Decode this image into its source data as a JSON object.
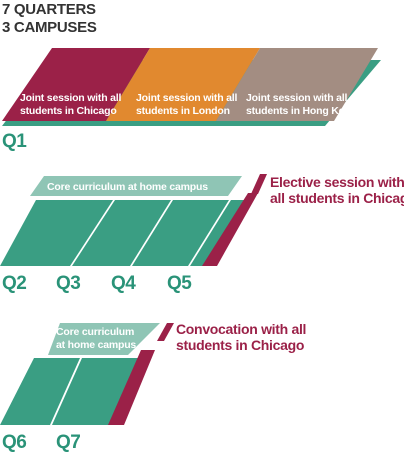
{
  "header": {
    "line1": "7 QUARTERS",
    "line2": "3 CAMPUSES"
  },
  "colors": {
    "teal": "#3a9e83",
    "teal_light": "#8fc5b5",
    "maroon": "#9b2148",
    "orange": "#e1892f",
    "taupe": "#a38d82",
    "label_teal": "#2a9378"
  },
  "q1": {
    "label": "Q1",
    "sessions": [
      {
        "line1": "Joint session with all",
        "line2": "students in Chicago"
      },
      {
        "line1": "Joint session with all",
        "line2": "students in London"
      },
      {
        "line1": "Joint session with all",
        "line2": "students in Hong Kong"
      }
    ]
  },
  "block2": {
    "core_label": "Core curriculum at home campus",
    "elective": {
      "line1": "Elective session with",
      "line2": "all students in Chicago"
    },
    "quarters": [
      "Q2",
      "Q3",
      "Q4",
      "Q5"
    ]
  },
  "block3": {
    "core": {
      "line1": "Core curriculum",
      "line2": "at home campus"
    },
    "convocation": {
      "line1": "Convocation with all",
      "line2": "students in Chicago"
    },
    "quarters": [
      "Q6",
      "Q7"
    ]
  }
}
